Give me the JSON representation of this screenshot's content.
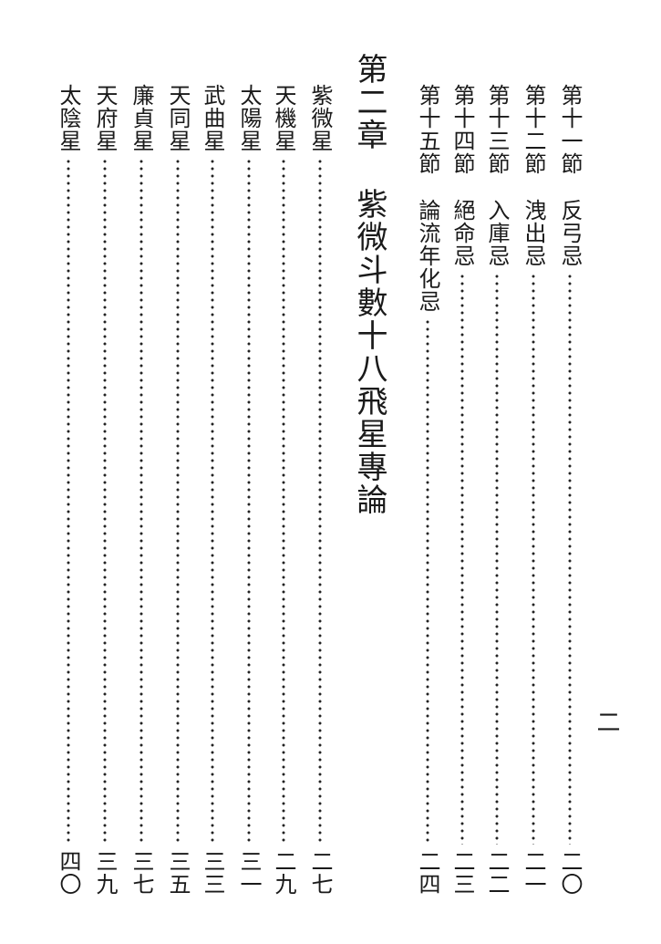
{
  "folio": "二",
  "sections": [
    {
      "section": "第十一節",
      "title": "反弓忌",
      "page": "二〇"
    },
    {
      "section": "第十二節",
      "title": "洩出忌",
      "page": "二一"
    },
    {
      "section": "第十三節",
      "title": "入庫忌",
      "page": "二二"
    },
    {
      "section": "第十四節",
      "title": "絕命忌",
      "page": "二三"
    },
    {
      "section": "第十五節",
      "title": "論流年化忌",
      "page": "二四"
    }
  ],
  "chapter": {
    "number": "第二章",
    "title": "紫微斗數十八飛星專論"
  },
  "stars": [
    {
      "title": "紫微星",
      "page": "二七"
    },
    {
      "title": "天機星",
      "page": "二九"
    },
    {
      "title": "太陽星",
      "page": "三一"
    },
    {
      "title": "武曲星",
      "page": "三三"
    },
    {
      "title": "天同星",
      "page": "三五"
    },
    {
      "title": "廉貞星",
      "page": "三七"
    },
    {
      "title": "天府星",
      "page": "三九"
    },
    {
      "title": "太陰星",
      "page": "四〇"
    }
  ]
}
